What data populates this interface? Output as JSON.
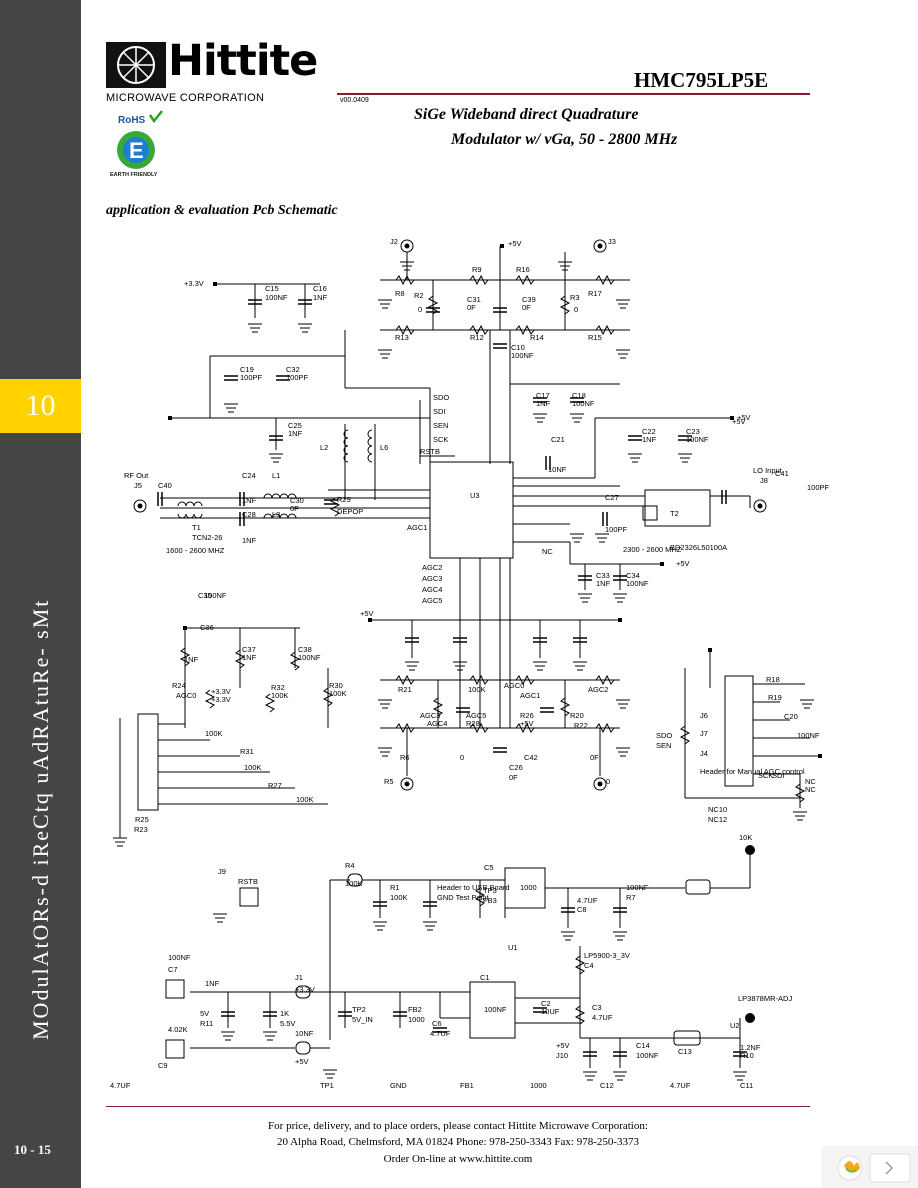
{
  "sidebar": {
    "tab": "10",
    "vertical": "MOdulAtORs-d iReCtq uAdRAtuRe- sMt",
    "page": "10 - 15"
  },
  "header": {
    "logo_word": "Hittite",
    "logo_sub": "MICROWAVE CORPORATION",
    "part_number": "HMC795LP5E",
    "doc_code": "v00.0409",
    "subtitle_1": "SiGe Wideband direct Quadrature",
    "subtitle_2": "Modulator w/ vGa, 50 - 2800 MHz",
    "rohs_top": "RoHS",
    "rohs_letter": "E",
    "rohs_bottom": "EARTH FRIENDLY"
  },
  "section_title": "application & evaluation Pcb Schematic",
  "schematic": {
    "labels": [
      "J2",
      "+5V",
      "J3",
      "+3.3V",
      "C15",
      "100NF",
      "C16",
      "1NF",
      "R9",
      "R16",
      "R8",
      "R2",
      "0",
      "C31",
      "0F",
      "C39",
      "0F",
      "R3",
      "0",
      "R17",
      "R13",
      "R12",
      "R14",
      "R15",
      "C10",
      "100NF",
      "C19",
      "100PF",
      "C32",
      "100PF",
      "C17",
      "1NF",
      "C18",
      "100NF",
      "+5V",
      "C25",
      "1NF",
      "SDO",
      "SDI",
      "SEN",
      "SCK",
      "RSTB",
      "C21",
      "10NF",
      "+5V",
      "C22",
      "1NF",
      "C23",
      "100NF",
      "L2",
      "L6",
      "RF Out",
      "J5",
      "C40",
      "C24",
      "L1",
      "C30",
      "0F",
      "R29",
      "DEPOP",
      "1NF",
      "1NF",
      "C28",
      "L3",
      "T1",
      "TCN2-26",
      "1600 - 2600 MHZ",
      "AGC0",
      "AGC1",
      "U3",
      "NC",
      "C27",
      "100PF",
      "T2",
      "BD2326L50100A",
      "2300 - 2600 MHZ",
      "C41",
      "100PF",
      "LO Input",
      "J8",
      "AGC2",
      "AGC3",
      "AGC4",
      "AGC5",
      "C33",
      "1NF",
      "C34",
      "100NF",
      "+5V",
      "+5V",
      "C35",
      "100NF",
      "C36",
      "1NF",
      "C37",
      "1NF",
      "C38",
      "100NF",
      "+3.3V",
      "+3.3V",
      "R32",
      "100K",
      "R30",
      "100K",
      "R24",
      "100K",
      "R31",
      "100K",
      "R27",
      "100K",
      "R21",
      "100K",
      "AGC0",
      "AGC1",
      "AGC2",
      "AGC3",
      "AGC4",
      "AGC5",
      "R28",
      "R26",
      "+5V",
      "R20",
      "R22",
      "R6",
      "0",
      "C42",
      "0F",
      "C26",
      "0F",
      "R5",
      "0",
      "R25",
      "R23",
      "R18",
      "R19",
      "C20",
      "100NF",
      "J6",
      "J7",
      "J4",
      "Header for Manual AGC control",
      "SCK",
      "SDI",
      "SDO",
      "SEN",
      "NC",
      "NC",
      "NC10",
      "NC12",
      "J9",
      "RSTB",
      "R4",
      "100K",
      "R1",
      "100K",
      "Header to USB Board",
      "GND Test Point",
      "TP3",
      "FB3",
      "1000",
      "C5",
      "4.7UF",
      "C8",
      "100NF",
      "R7",
      "10K",
      "U1",
      "LP5900-3_3V",
      "C4",
      "100NF",
      "C7",
      "1NF",
      "J1",
      "+3.3V",
      "5V",
      "R11",
      "1K",
      "5.5V",
      "TP2",
      "5V_IN",
      "FB2",
      "1000",
      "C1",
      "100NF",
      "C2",
      "10UF",
      "C3",
      "4.7UF",
      "C6",
      "4.7UF",
      "LP3878MR-ADJ",
      "U2",
      "C13",
      "1.2NF",
      "R10",
      "4.02K",
      "C9",
      "10NF",
      "+5V",
      "+5V",
      "J10",
      "C14",
      "100NF",
      "TP1",
      "GND",
      "FB1",
      "1000",
      "C12",
      "4.7UF",
      "C11",
      "4.7UF"
    ]
  },
  "footer": {
    "line1": "For price, delivery, and to place orders, please contact Hittite Microwave Corporation:",
    "line2": "20 Alpha Road, Chelmsford, MA 01824 Phone: 978-250-3343  Fax: 978-250-3373",
    "line3": "Order On-line at www.hittite.com"
  },
  "colors": {
    "sidebar": "#454545",
    "tab": "#ffd200",
    "rule": "#8b1a2b"
  }
}
